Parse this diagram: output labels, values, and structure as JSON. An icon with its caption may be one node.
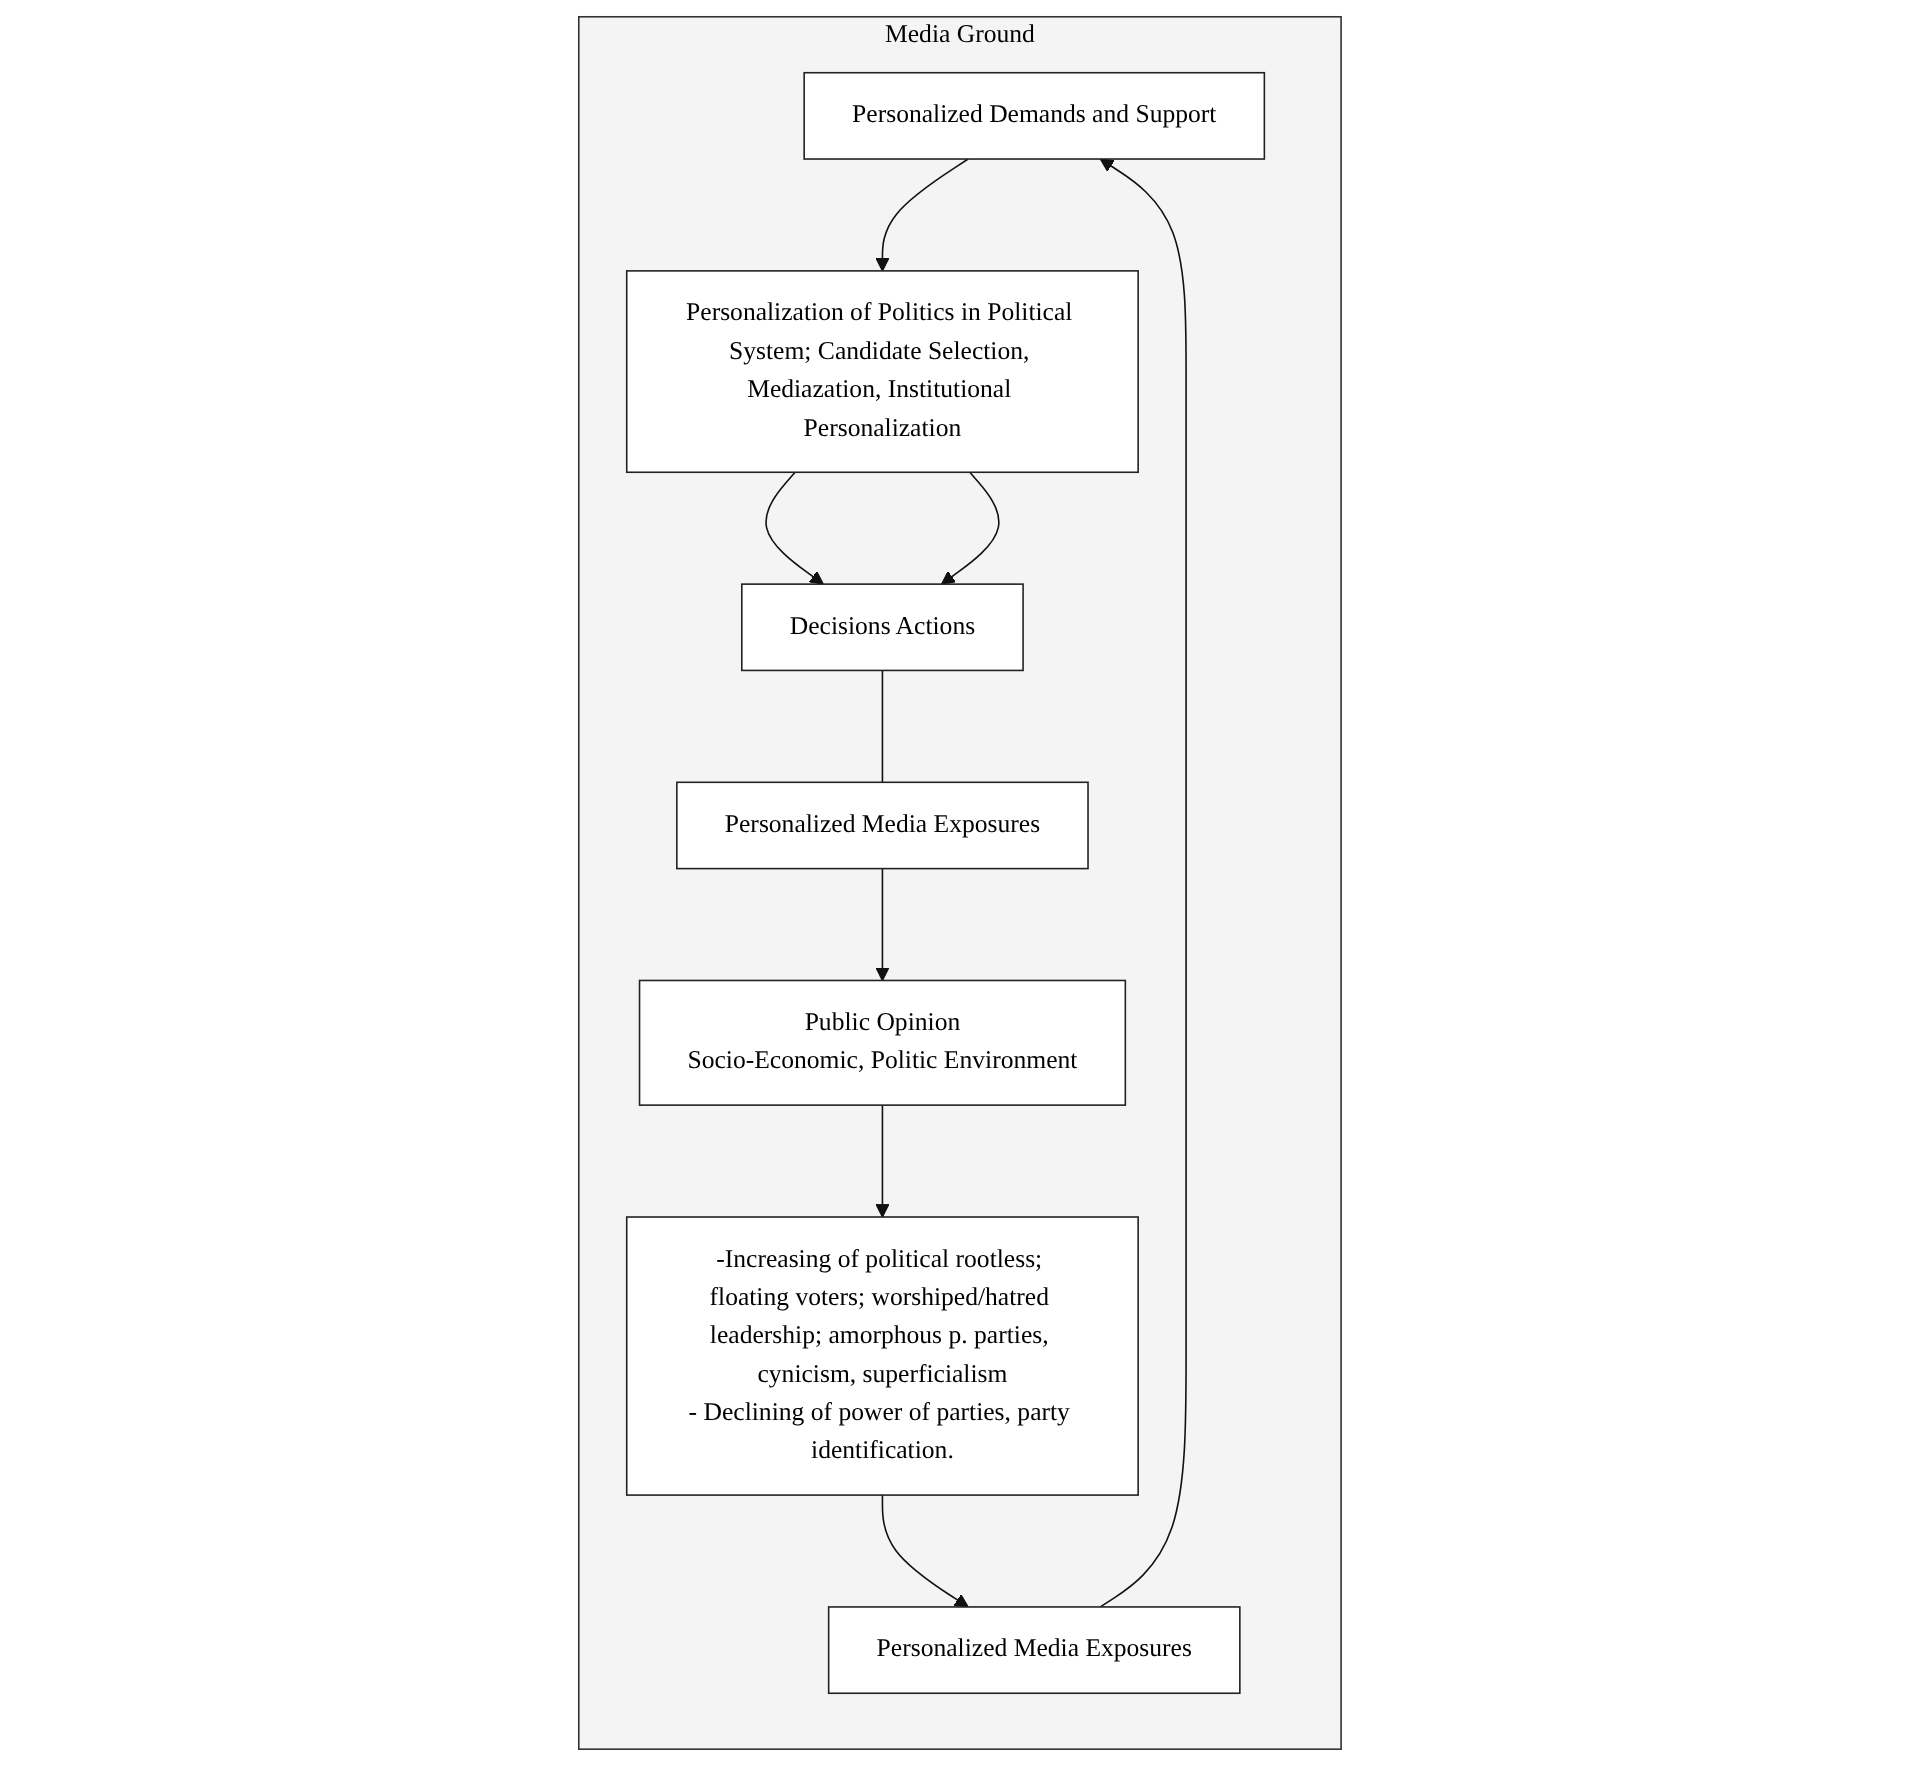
{
  "diagram": {
    "nodes": [
      {
        "text": [
          "Media Ground"
        ]
      },
      {
        "text": [
          "Personalized Demands and Support"
        ],
        "in": 0
      },
      {
        "text": [
          "Personalization of Politics in Political System; Candidate Selection, Mediazation, Institutional Personalization"
        ],
        "in": 0
      },
      {
        "text": [
          "Decisions Actions"
        ],
        "in": 0
      },
      {
        "text": [
          "Personalized Media Exposures"
        ],
        "in": 0
      },
      {
        "text": [
          "Personalized Media Exposures"
        ],
        "in": 0
      },
      {
        "text": [
          "-Increasing of political rootless; floating voters; worshiped/hatred leadership; amorphous p. parties, cynicism, superficialism",
          "- Declining of power of parties, party identification."
        ],
        "in": 0
      },
      {
        "text": [
          "Public Opinion",
          "Socio-Economic, Politic Environment"
        ],
        "in": 0
      }
    ],
    "edges": [
      {
        "from": 1,
        "to": 2,
        "arrow": "to"
      },
      {
        "from": 2,
        "to": 3,
        "arrow": "to"
      },
      {
        "from": 2,
        "to": 3,
        "arrow": "to"
      },
      {
        "from": 3,
        "to": 5,
        "arrow": "none"
      },
      {
        "from": 5,
        "to": 7,
        "arrow": "to"
      },
      {
        "from": 7,
        "to": 6,
        "arrow": "to"
      },
      {
        "from": 6,
        "to": 4,
        "arrow": "to"
      },
      {
        "from": 4,
        "to": 1,
        "arrow": "to"
      }
    ]
  }
}
